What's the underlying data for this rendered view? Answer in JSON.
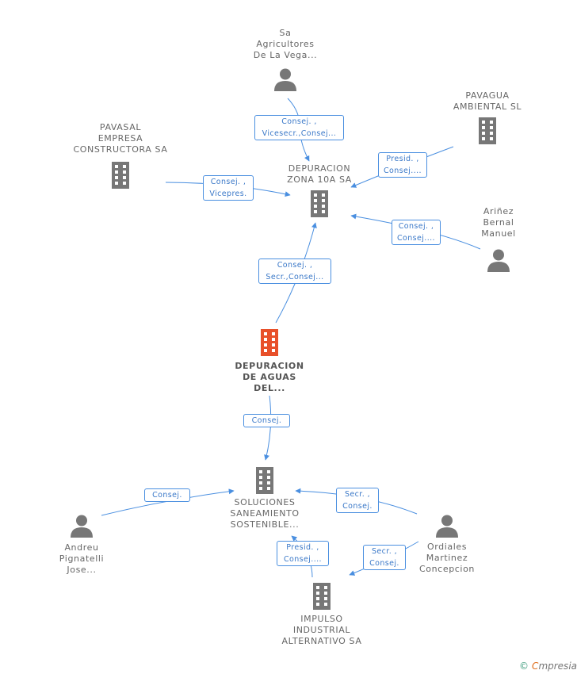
{
  "nodes": {
    "agricultores": {
      "lines": [
        "Sa",
        "Agricultores",
        "De La Vega..."
      ],
      "kind": "person"
    },
    "pavagua": {
      "lines": [
        "PAVAGUA",
        "AMBIENTAL SL"
      ],
      "kind": "company"
    },
    "pavasal": {
      "lines": [
        "PAVASAL",
        "EMPRESA",
        "CONSTRUCTORA SA"
      ],
      "kind": "company"
    },
    "zona10a": {
      "lines": [
        "DEPURACION",
        "ZONA 10A SA"
      ],
      "kind": "company"
    },
    "arinez": {
      "lines": [
        "Ariñez",
        "Bernal",
        "Manuel"
      ],
      "kind": "person"
    },
    "depuracion_main": {
      "lines": [
        "DEPURACION",
        "DE AGUAS",
        "DEL..."
      ],
      "kind": "company-main"
    },
    "soluciones": {
      "lines": [
        "SOLUCIONES",
        "SANEAMIENTO",
        "SOSTENIBLE..."
      ],
      "kind": "company"
    },
    "andreu": {
      "lines": [
        "Andreu",
        "Pignatelli",
        "Jose..."
      ],
      "kind": "person"
    },
    "ordiales": {
      "lines": [
        "Ordiales",
        "Martinez",
        "Concepcion"
      ],
      "kind": "person"
    },
    "impulso": {
      "lines": [
        "IMPULSO",
        "INDUSTRIAL",
        "ALTERNATIVO SA"
      ],
      "kind": "company"
    }
  },
  "edge_labels": {
    "agricultores_zona": [
      "Consej. ,",
      "Vicesecr.,Consej..."
    ],
    "pavagua_zona": [
      "Presid. ,",
      "Consej...."
    ],
    "pavasal_zona": [
      "Consej. ,",
      "Vicepres."
    ],
    "arinez_zona": [
      "Consej. ,",
      "Consej...."
    ],
    "main_zona": [
      "Consej. ,",
      "Secr.,Consej..."
    ],
    "main_soluciones": [
      "Consej."
    ],
    "andreu_soluciones": [
      "Consej."
    ],
    "ordiales_soluciones": [
      "Secr. ,",
      "Consej."
    ],
    "impulso_soluciones": [
      "Presid. ,",
      "Consej...."
    ],
    "ordiales_impulso": [
      "Secr. ,",
      "Consej."
    ]
  },
  "colors": {
    "edge": "#4a8fe0",
    "icon": "#777777",
    "main_icon": "#e8502a"
  },
  "footer": {
    "copyright": "©",
    "brand_first": "C",
    "brand_rest": "mpresia"
  }
}
